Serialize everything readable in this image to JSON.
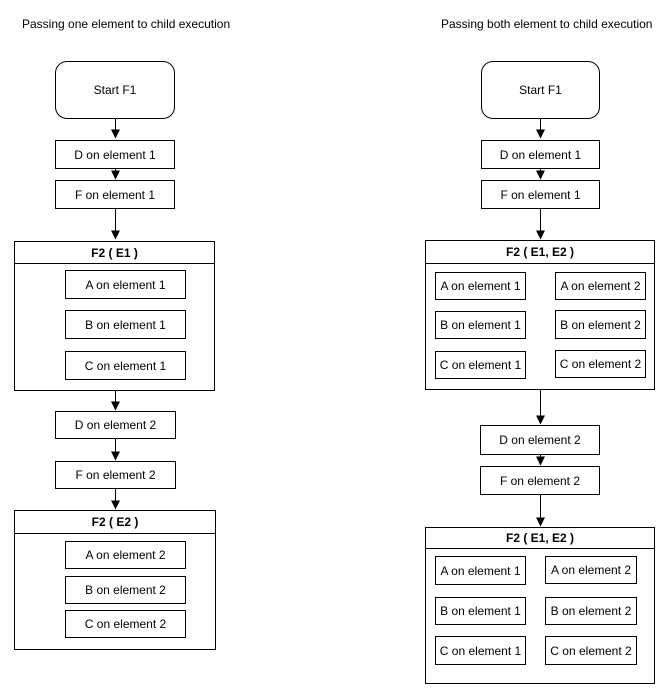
{
  "colors": {
    "border": "#000000",
    "background": "#ffffff",
    "text": "#000000"
  },
  "left": {
    "title": "Passing one element to child execution",
    "start_label": "Start F1",
    "step_d1": "D on element 1",
    "step_f1": "F on element 1",
    "container1": {
      "header": "F2 ( E1 )",
      "items": [
        "A on element 1",
        "B on element 1",
        "C on element 1"
      ]
    },
    "step_d2": "D on element 2",
    "step_f2": "F on element 2",
    "container2": {
      "header": "F2 ( E2 )",
      "items": [
        "A on element 2",
        "B on element 2",
        "C on element 2"
      ]
    }
  },
  "right": {
    "title": "Passing both element to child execution",
    "start_label": "Start F1",
    "step_d1": "D on element 1",
    "step_f1": "F on element 1",
    "container1": {
      "header": "F2 ( E1, E2 )",
      "col1": [
        "A on element 1",
        "B on element 1",
        "C on element 1"
      ],
      "col2": [
        "A on element 2",
        "B on element 2",
        "C on element 2"
      ]
    },
    "step_d2": "D on element 2",
    "step_f2": "F on element 2",
    "container2": {
      "header": "F2 ( E1, E2 )",
      "col1": [
        "A on element 1",
        "B on element 1",
        "C on element 1"
      ],
      "col2": [
        "A on element 2",
        "B on element 2",
        "C on element 2"
      ]
    }
  }
}
